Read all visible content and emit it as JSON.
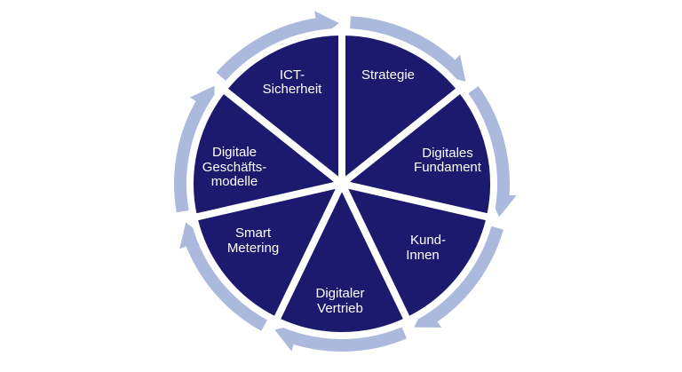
{
  "diagram": {
    "type": "cycle",
    "colors": {
      "segment": "#1b1a6f",
      "ring": "#abb9dd",
      "separator": "#ffffff",
      "text": "#ffffff"
    },
    "segments": [
      {
        "lines": [
          "Strategie"
        ]
      },
      {
        "lines": [
          "Digitales",
          "Fundament"
        ]
      },
      {
        "lines": [
          "Kund-",
          "Innen"
        ]
      },
      {
        "lines": [
          "Digitaler",
          "Vertrieb"
        ]
      },
      {
        "lines": [
          "Smart",
          "Metering"
        ]
      },
      {
        "lines": [
          "Digitale",
          "Geschäfts-",
          "modelle"
        ]
      },
      {
        "lines": [
          "ICT-",
          "Sicherheit"
        ]
      }
    ]
  }
}
